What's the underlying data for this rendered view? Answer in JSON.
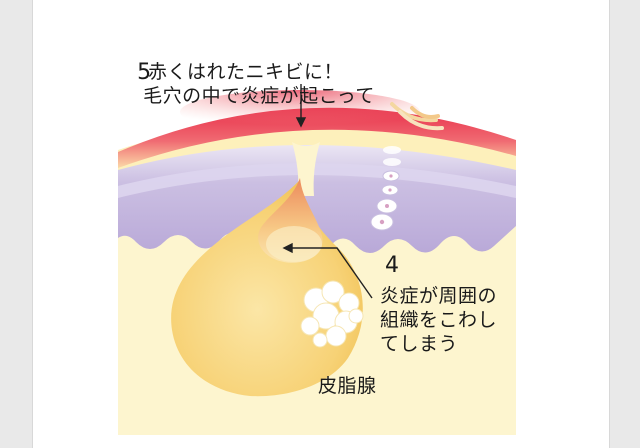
{
  "diagram": {
    "step5": {
      "number": "5",
      "line1": "毛穴の中で炎症が起こって",
      "line2": "赤くはれたニキビに！"
    },
    "step4": {
      "number": "4",
      "line1": "炎症が周囲の",
      "line2": "組織をこわし",
      "line3": "てしまう"
    },
    "gland_label": "皮脂腺"
  },
  "colors": {
    "background": "#e9e9e9",
    "deep_skin": "#fdf6cf",
    "dermis_band": "#fef0ba",
    "purple_layer": "#c5b9dd",
    "purple_light": "#dcd5ec",
    "red_top": "#e8384f",
    "sebum": "#f6cf6e",
    "arrow": "#222222"
  }
}
